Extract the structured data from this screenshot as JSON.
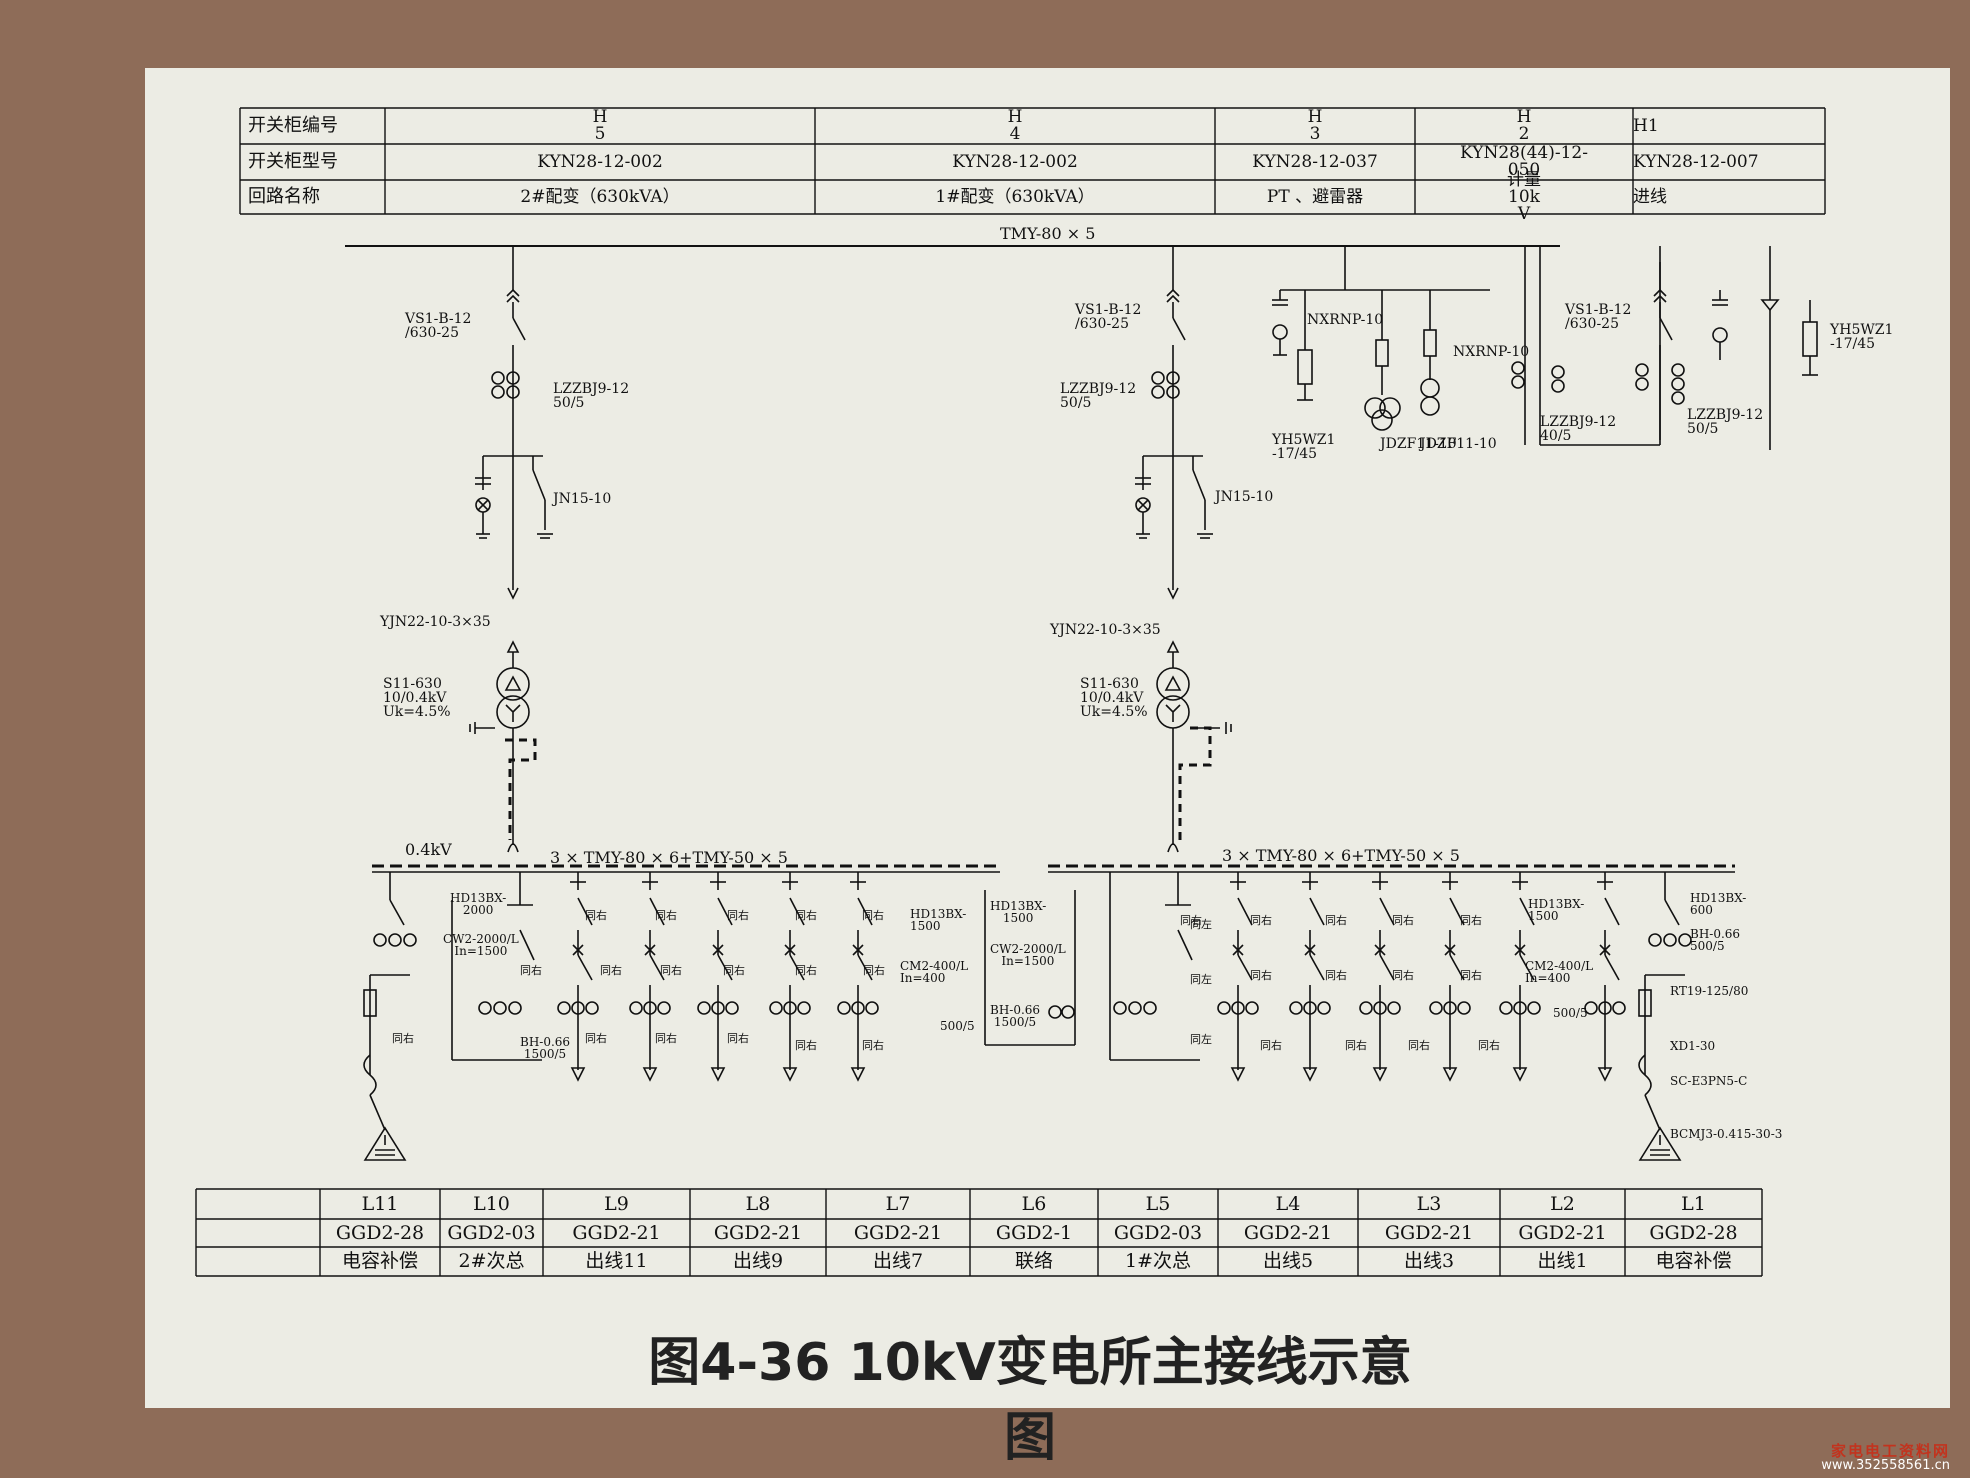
{
  "top_table": {
    "row_labels": [
      "开关柜编号",
      "开关柜型号",
      "回路名称"
    ],
    "columns": [
      {
        "number": "H\n5",
        "model": "KYN28-12-002",
        "circuit": "2#配变（630kVA）"
      },
      {
        "number": "H\n4",
        "model": "KYN28-12-002",
        "circuit": "1#配变（630kVA）"
      },
      {
        "number": "H\n3",
        "model": "KYN28-12-037",
        "circuit": "PT 、避雷器"
      },
      {
        "number": "H\n2",
        "model": "KYN28(44)-12-\n050",
        "circuit": "计量\n10k\nV"
      },
      {
        "number": "H1",
        "model": "KYN28-12-007",
        "circuit": "进线"
      }
    ]
  },
  "bottom_table": {
    "columns": [
      {
        "id": "L11",
        "model": "GGD2-28",
        "circuit": "电容补偿"
      },
      {
        "id": "L10",
        "model": "GGD2-03",
        "circuit": "2#次总"
      },
      {
        "id": "L9",
        "model": "GGD2-21",
        "circuit": "出线11"
      },
      {
        "id": "L8",
        "model": "GGD2-21",
        "circuit": "出线9"
      },
      {
        "id": "L7",
        "model": "GGD2-21",
        "circuit": "出线7"
      },
      {
        "id": "L6",
        "model": "GGD2-1",
        "circuit": "联络"
      },
      {
        "id": "L5",
        "model": "GGD2-03",
        "circuit": "1#次总"
      },
      {
        "id": "L4",
        "model": "GGD2-21",
        "circuit": "出线5"
      },
      {
        "id": "L3",
        "model": "GGD2-21",
        "circuit": "出线3"
      },
      {
        "id": "L2",
        "model": "GGD2-21",
        "circuit": "出线1"
      },
      {
        "id": "L1",
        "model": "GGD2-28",
        "circuit": "电容补偿"
      }
    ]
  },
  "hv": {
    "bus_label": "TMY-80 × 5",
    "breaker": "VS1-B-12\n/630-25",
    "ct_left": "LZZBJ9-12\n50/5",
    "ct_mid": "LZZBJ9-12\n50/5",
    "ct_metering": "LZZBJ9-12\n40/5",
    "ct_incoming": "LZZBJ9-12\n50/5",
    "earth_switch": "JN15-10",
    "cable": "YJN22-10-3×35",
    "transformer": "S11-630\n10/0.4kV\nUk=4.5%",
    "fuse": "NXRNP-10",
    "arrester": "YH5WZ1\n-17/45",
    "vt": "JDZF11-10"
  },
  "lv": {
    "voltage": "0.4kV",
    "bus_label": "3 × TMY-80 × 6+TMY-50 × 5",
    "switch_main": "HD13BX-\n2000",
    "breaker_main": "CW2-2000/L\nIn=1500",
    "ct_main": "BH-0.66\n1500/5",
    "switch_feeder": "HD13BX-\n1500",
    "breaker_feeder": "CM2-400/L\nIn=400",
    "ct_feeder": "500/5",
    "tie_switch": "HD13BX-\n1500",
    "tie_breaker": "CW2-2000/L\nIn=1500",
    "tie_ct": "BH-0.66\n1500/5",
    "cap_switch": "HD13BX-\n600",
    "cap_ct": "BH-0.66\n500/5",
    "cap_fuse": "RT19-125/80",
    "cap_reactor": "XD1-30",
    "cap_contactor": "SC-E3PN5-C",
    "capacitor": "BCMJ3-0.415-30-3",
    "tag_right": "同右",
    "tag_left": "同左"
  },
  "figure_title": "图4-36 10kV变电所主接线示意图",
  "watermark": {
    "site": "家电电工资料网",
    "url": "www.352558561.cn"
  }
}
